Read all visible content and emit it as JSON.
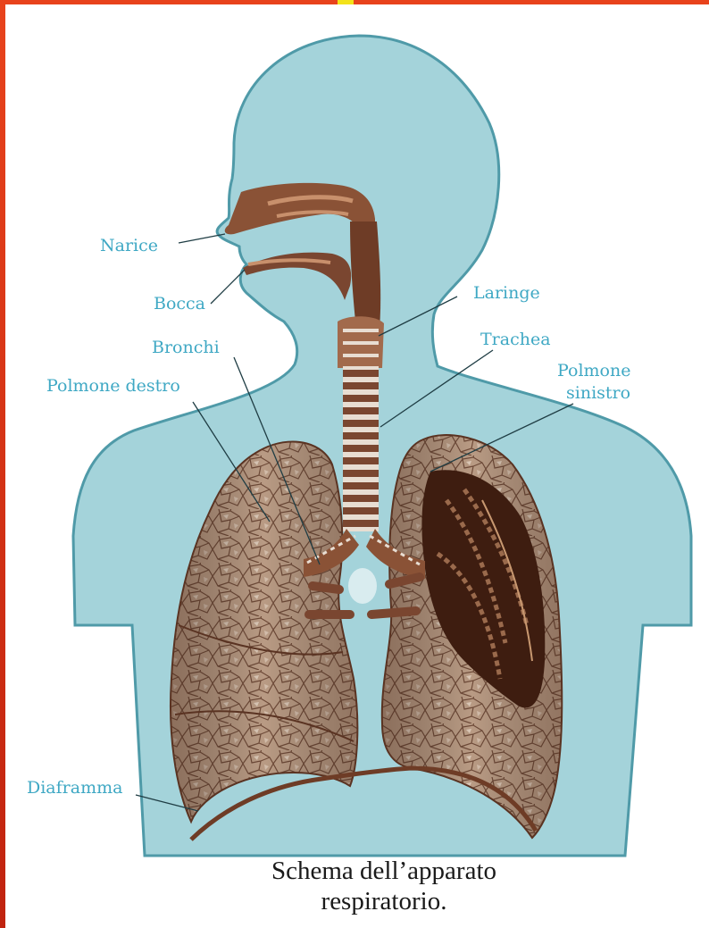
{
  "diagram": {
    "labels": {
      "narice": "Narice",
      "bocca": "Bocca",
      "laringe": "Laringe",
      "bronchi": "Bronchi",
      "trachea": "Trachea",
      "polmone_destro": "Polmone destro",
      "polmone_sinistro_1": "Polmone",
      "polmone_sinistro_2": "sinistro",
      "diaframma": "Diaframma"
    },
    "caption": {
      "line1": "Schema dell’apparato",
      "line2": "respiratorio."
    }
  },
  "colors": {
    "silhouette": "#a4d3da",
    "silhouette_outline": "#4f9aa8",
    "lung": "#b99b84",
    "lung_dark": "#5a3322",
    "airway": "#8a5236",
    "label_text": "#3fa8c4",
    "frame": "#e8431c"
  }
}
